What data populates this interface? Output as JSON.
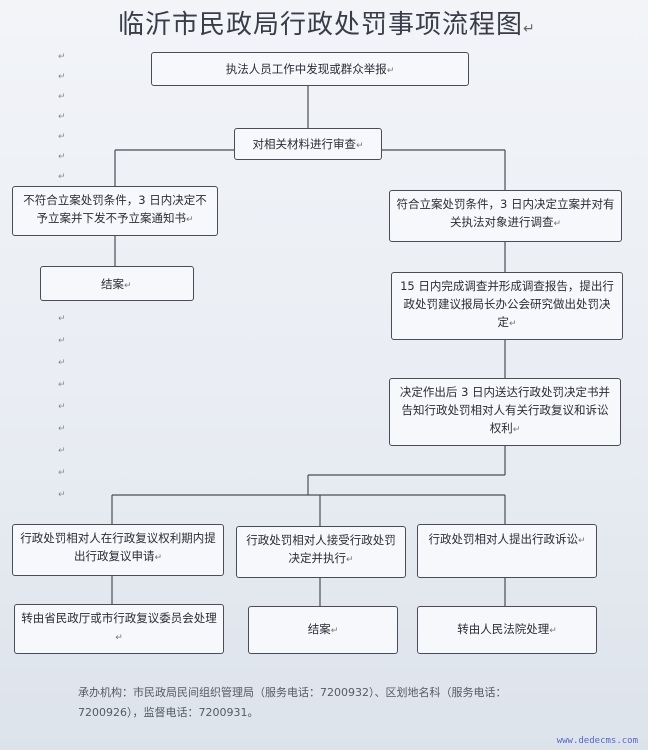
{
  "title": "临沂市民政局行政处罚事项流程图",
  "paragraph_mark": "↵",
  "nodes": {
    "discover": "执法人员工作中发现或群众举报",
    "review": "对相关材料进行审查",
    "reject": "不符合立案处罚条件，3 日内决定不予立案并下发不予立案通知书",
    "accept": "符合立案处罚条件，3 日内决定立案并对有关执法对象进行调查",
    "close_left": "结案",
    "report": "15 日内完成调查并形成调查报告，提出行政处罚建议报局长办公会研究做出处罚决定",
    "notify": "决定作出后 3 日内送达行政处罚决定书并告知行政处罚相对人有关行政复议和诉讼权利",
    "appeal": "行政处罚相对人在行政复议权利期内提出行政复议申请",
    "comply": "行政处罚相对人接受行政处罚决定并执行",
    "lawsuit": "行政处罚相对人提出行政诉讼",
    "transfer_review": "转由省民政厅或市行政复议委员会处理",
    "close_bottom": "结案",
    "transfer_court": "转由人民法院处理"
  },
  "footer": {
    "line1": "承办机构：市民政局民间组织管理局（服务电话：7200932）、区划地名科（服务电话：",
    "line2": "7200926），监督电话：7200931。"
  },
  "watermark": "www.dedecms.com"
}
